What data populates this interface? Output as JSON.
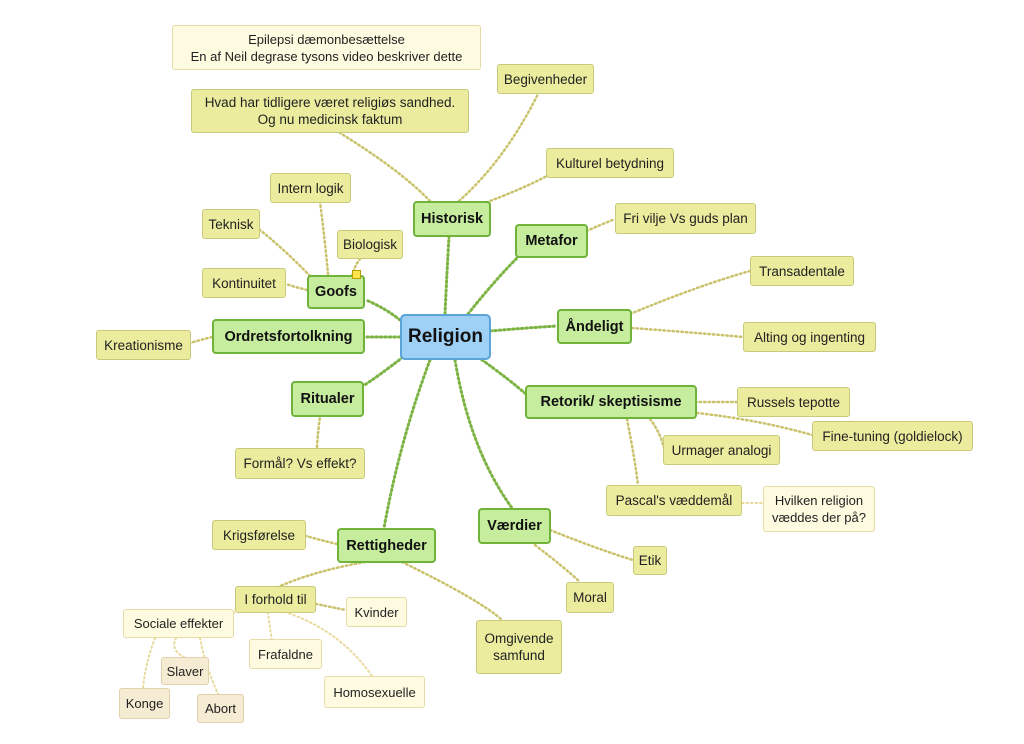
{
  "mindmap": {
    "root": "Religion",
    "historisk": {
      "label": "Historisk",
      "begivenheder": "Begivenheder",
      "kulturel": "Kulturel betydning",
      "sandhed": "Hvad har tidligere været religiøs sandhed.\nOg nu medicinsk faktum",
      "epilepsi": "Epilepsi dæmonbesættelse\nEn af Neil degrase tysons video beskriver dette"
    },
    "metafor": {
      "label": "Metafor",
      "fri_vilje": "Fri vilje Vs guds plan"
    },
    "andeligt": {
      "label": "Åndeligt",
      "transadentale": "Transadentale",
      "alting": "Alting og ingenting"
    },
    "retorik": {
      "label": "Retorik/ skeptisisme",
      "tepotte": "Russels tepotte",
      "finetuning": "Fine-tuning (goldielock)",
      "urmager": "Urmager analogi",
      "pascal": "Pascal's væddemål",
      "hvilken": "Hvilken religion\nvæddes der på?"
    },
    "vaerdier": {
      "label": "Værdier",
      "etik": "Etik",
      "moral": "Moral"
    },
    "rettigheder": {
      "label": "Rettigheder",
      "krigsforelse": "Krigsførelse",
      "omgivende": "Omgivende\nsamfund",
      "i_forhold": "I forhold til",
      "kvinder": "Kvinder",
      "frafaldne": "Frafaldne",
      "homoseksuelle": "Homosexuelle",
      "sociale": "Sociale effekter",
      "slaver": "Slaver",
      "konge": "Konge",
      "abort": "Abort"
    },
    "ritualer": {
      "label": "Ritualer",
      "formal": "Formål? Vs effekt?"
    },
    "ordret": {
      "label": "Ordretsfortolkning",
      "kreationisme": "Kreationisme"
    },
    "goofs": {
      "label": "Goofs",
      "kontinuitet": "Kontinuitet",
      "teknisk": "Teknisk",
      "intern": "Intern logik",
      "biologisk": "Biologisk"
    }
  },
  "colors": {
    "root_fill": "#9fd0f5",
    "main_fill": "#c6ec9e",
    "leaf_fill": "#ecec9e",
    "pale_fill": "#fffbe0",
    "tan_fill": "#f6ebd3",
    "main_link": "#7cb342",
    "leaf_link": "#c9c26a",
    "pale_link": "#e8d99a"
  }
}
